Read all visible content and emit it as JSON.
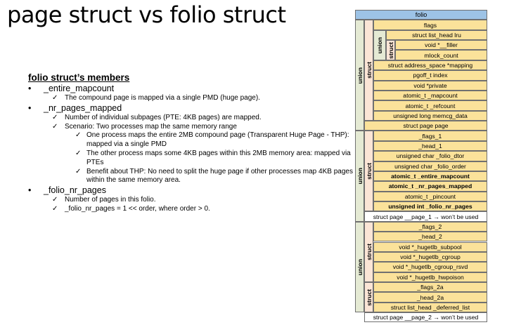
{
  "slide": {
    "title": "page struct vs folio struct"
  },
  "members": {
    "heading": "folio struct’s members",
    "bullet": "•",
    "check": "✓",
    "items": [
      {
        "level": 1,
        "text": "_entire_mapcount"
      },
      {
        "level": 2,
        "text": "The compound page is mapped via a single PMD (huge page)."
      },
      {
        "level": 1,
        "text": "_nr_pages_mapped"
      },
      {
        "level": 2,
        "text": "Number of individual subpages (PTE: 4KB pages) are mapped."
      },
      {
        "level": 2,
        "text": "Scenario: Two processes map the same memory range"
      },
      {
        "level": 3,
        "text": "One process maps the entire 2MB compound page (Transparent Huge Page - THP): mapped via a single PMD"
      },
      {
        "level": 3,
        "text": "The other process maps some 4KB pages within this 2MB memory area: mapped via PTEs"
      },
      {
        "level": 3,
        "text": "Benefit about THP: No need to split the huge page if other processes map 4KB pages within the same memory area."
      },
      {
        "level": 1,
        "text": "_folio_nr_pages"
      },
      {
        "level": 2,
        "text": "Number of pages in this folio."
      },
      {
        "level": 2,
        "text": "_folio_nr_pages = 1 << order, where order > 0."
      }
    ]
  },
  "diagram": {
    "header": "folio",
    "labels": {
      "union1": "union",
      "struct1": "struct",
      "union_inner": "union",
      "struct_inner": "struct",
      "union2": "union",
      "struct2": "struct",
      "union3": "union",
      "struct3a": "struct",
      "struct3b": "struct"
    },
    "rows1": [
      "flags",
      "struct list_head lru",
      "void *__filler",
      "mlock_count",
      "struct address_space *mapping",
      "pgoff_t index",
      "void *private",
      "atomic_t _mapcount",
      "atomic_t _refcount",
      "unsigned long memcg_data"
    ],
    "page_row": "struct page page",
    "rows2": [
      "_flags_1",
      "_head_1",
      "unsigned char _folio_dtor",
      "unsigned char _folio_order",
      "atomic_t _entire_mapcount",
      "atomic_t _nr_pages_mapped",
      "atomic_t _pincount",
      "unsigned int _folio_nr_pages"
    ],
    "page1_row": "struct page __page_1 → won’t be used",
    "rows3a": [
      "_flags_2",
      "_head_2",
      "void *_hugetlb_subpool",
      "void *_hugetlb_cgroup",
      "void *_hugetlb_cgroup_rsvd",
      "void *_hugetlb_hwpoison"
    ],
    "rows3b": [
      "_flags_2a",
      "_head_2a",
      "struct list_head _deferred_list"
    ],
    "page2_row": "struct page __page_2 → won’t be used",
    "bold_rows": [
      "atomic_t _entire_mapcount",
      "atomic_t _nr_pages_mapped",
      "unsigned int _folio_nr_pages"
    ],
    "colors": {
      "header": "#9dc3e6",
      "field": "#fbe29a",
      "union": "#e5ead4",
      "struct": "#fbe5d6",
      "border": "#707070"
    }
  }
}
